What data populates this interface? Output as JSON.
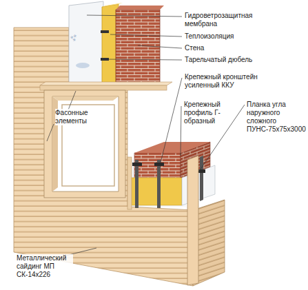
{
  "diagram": {
    "labels": [
      "Гидроветрозащитная мембрана",
      "Теплоизоляция",
      "Стена",
      "Тарельчатый дюбель",
      "Крепежный кронштейн усиленный ККУ",
      "Фасонные элементы",
      "Крепежный профиль Г-образный",
      "Планка угла наружного сложного ПУНС-75х75х3000",
      "Металлический сайдинг МП СК-14х226"
    ]
  }
}
